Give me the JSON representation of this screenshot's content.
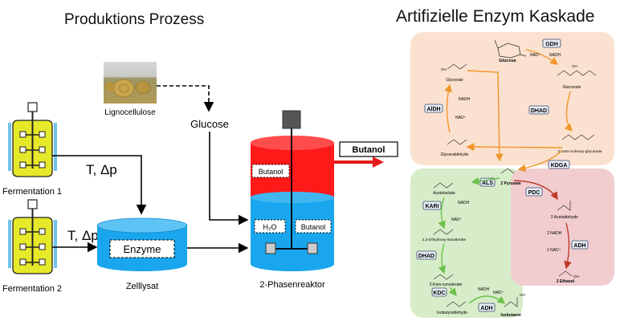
{
  "left": {
    "title": "Produktions Prozess",
    "fermenter1": "Fermentation 1",
    "fermenter2": "Fermentation 2",
    "cond1": "T, Δp",
    "cond2": "T, Δp",
    "lignocellulose": "Lignocellulose",
    "glucose": "Glucose",
    "enzyme": "Enzyme",
    "zelllysat": "Zelllysat",
    "reactor_label": "2-Phasenreaktor",
    "reactor_butanol_top": "Butanol",
    "reactor_h2o": "H₂O",
    "reactor_butanol_bottom": "Butanol",
    "output": "Butanol"
  },
  "right": {
    "title": "Artifizielle Enzym Kaskade",
    "enzymes": {
      "gdh": "GDH",
      "aldh": "AlDH",
      "dhad1": "DHAD",
      "kdga": "KDGA",
      "als": "ALS",
      "pdc": "PDC",
      "kari": "KARI",
      "dhad2": "DHAD",
      "kdc": "KDC",
      "adh1": "ADH",
      "adh2": "ADH"
    },
    "metabolites": {
      "glucose": "Glucose",
      "glycerate": "Glycerate",
      "gluconate": "Gluconate",
      "glyceraldehyde": "Glyceraldehyde",
      "kdg": "2-Keto-3-deoxy-gluconate",
      "pyruvate": "2 Pyruvate",
      "acetolactate": "Acetolactate",
      "dihydroxy": "2,3-Dihydroxy-isovalerate",
      "ketoiso": "2-Keto-isovalerate",
      "isobutyraldehyde": "Isobutyraldehyde",
      "isobutanol": "Isobutanol",
      "acetaldehyde": "2 Acetaldehyde",
      "ethanol": "2 Ethanol"
    },
    "cofactors": {
      "gdh_nad": "NAD⁺",
      "gdh_nadh": "NADH",
      "aldh_nadh": "NADH",
      "aldh_nad": "NAD⁺",
      "kari_nadh": "NADH",
      "kari_nad": "NAD⁺",
      "adh1_nadh": "NADH",
      "adh1_nad": "NAD⁺",
      "adh2_nadh": "2 NADH",
      "adh2_nad": "2 NAD⁺",
      "oh1": "OH",
      "oh2": "OH",
      "oh3": "OH",
      "oh4": "OH",
      "oh5": "OH",
      "oh6": "OH",
      "oh7": "OH"
    }
  },
  "colors": {
    "fermenter": "#e6e82a",
    "reactor_top": "#ff1a1a",
    "reactor_bottom": "#19a6ee",
    "arrow_red": "#e41a1c",
    "panel_orange": "#fbe1cf",
    "panel_green": "#d7ecc8",
    "panel_pink": "#f1cdd0",
    "arrow_orange": "#f0962a",
    "arrow_green": "#6cc24a",
    "arrow_darkred": "#c0392b"
  }
}
